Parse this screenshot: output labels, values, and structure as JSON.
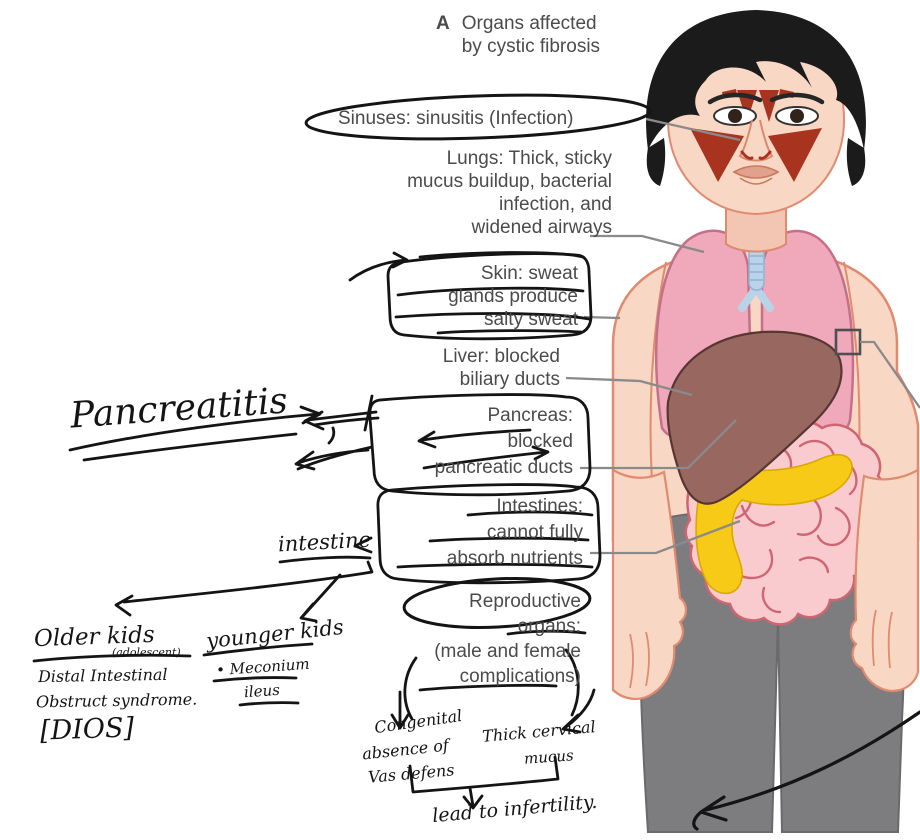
{
  "title": {
    "marker": "A",
    "line1": "Organs affected",
    "line2": "by cystic fibrosis"
  },
  "labels": {
    "sinuses": "Sinuses: sinusitis (Infection)",
    "lungs": [
      "Lungs: Thick, sticky",
      "mucus buildup, bacterial",
      "infection, and",
      "widened airways"
    ],
    "skin": [
      "Skin: sweat",
      "glands produce",
      "salty sweat"
    ],
    "liver": [
      "Liver: blocked",
      "biliary ducts"
    ],
    "pancreas": [
      "Pancreas:",
      "blocked",
      "pancreatic ducts"
    ],
    "intestines": [
      "Intestines:",
      "cannot fully",
      "absorb nutrients"
    ],
    "reproductive": [
      "Reproductive",
      "organs:",
      "(male and female",
      "complications)"
    ]
  },
  "handwriting": {
    "pancreatitis": "Pancreatitis",
    "intestine": "intestine",
    "older_kids": "Older kids",
    "older_kids_sub": "(adolescent)",
    "dios_line1": "Distal Intestinal",
    "dios_line2": "Obstruct syndrome.",
    "dios_abbr": "[DIOS]",
    "younger_kids": "younger kids",
    "meconium_line1": "• Meconium",
    "meconium_line2": "ileus",
    "congenital_line1": "Congenital",
    "congenital_line2": "absence of",
    "congenital_line3": "Vas defens",
    "cervical_line1": "Thick cervical",
    "cervical_line2": "mucus",
    "infertility": "lead to infertility."
  },
  "figure": {
    "subject": "human body with organs affected by cystic fibrosis",
    "organs_shown": [
      "sinuses",
      "lungs",
      "trachea",
      "liver",
      "pancreas",
      "intestines",
      "skin"
    ]
  },
  "colors": {
    "label_text": "#4b4b4d",
    "leader_line": "#8a8a8a",
    "ink": "#141414",
    "skin": "#f8d7c5",
    "skin_outline": "#e08a6f",
    "hair": "#1b1b1b",
    "sinus_red": "#a83420",
    "lung_pink": "#f0a9bb",
    "lung_outline": "#c4708a",
    "trachea_blue": "#b9d3e8",
    "liver_brown": "#976760",
    "pancreas_yellow": "#f8ca18",
    "intestine_pink": "#f9cbce",
    "intestine_outline": "#cf6571",
    "pants_gray": "#7d7d80"
  }
}
